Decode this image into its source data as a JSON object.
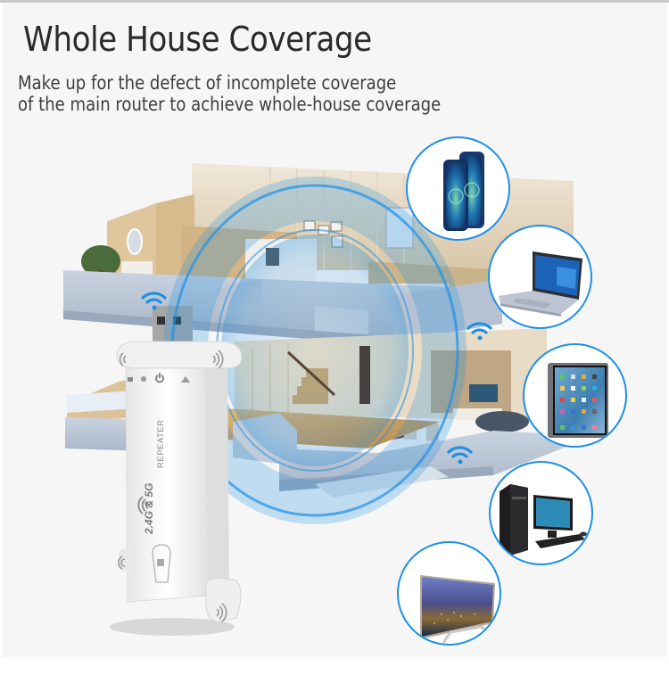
{
  "header": {
    "title": "Whole House Coverage",
    "subtitle_lines": [
      "Make up for the defect of incomplete coverage",
      "of the main router to achieve whole-house coverage"
    ]
  },
  "device": {
    "model_text": "REPEATER",
    "band_text": "2.4G & 5G",
    "indicator_icons": [
      "signal-bars-icon",
      "wps-icon",
      "power-icon",
      "wifi-icon"
    ]
  },
  "connected_devices": [
    {
      "name": "smartphone",
      "icon": "smartphone-icon"
    },
    {
      "name": "laptop",
      "icon": "laptop-icon"
    },
    {
      "name": "tablet",
      "icon": "tablet-icon"
    },
    {
      "name": "desktop-pc",
      "icon": "desktop-pc-icon"
    },
    {
      "name": "television",
      "icon": "tv-icon"
    }
  ],
  "colors": {
    "accent": "#1e90e8",
    "background": "#f6f6f6",
    "title": "#2a2a2a",
    "subtitle": "#3e3e3e"
  }
}
